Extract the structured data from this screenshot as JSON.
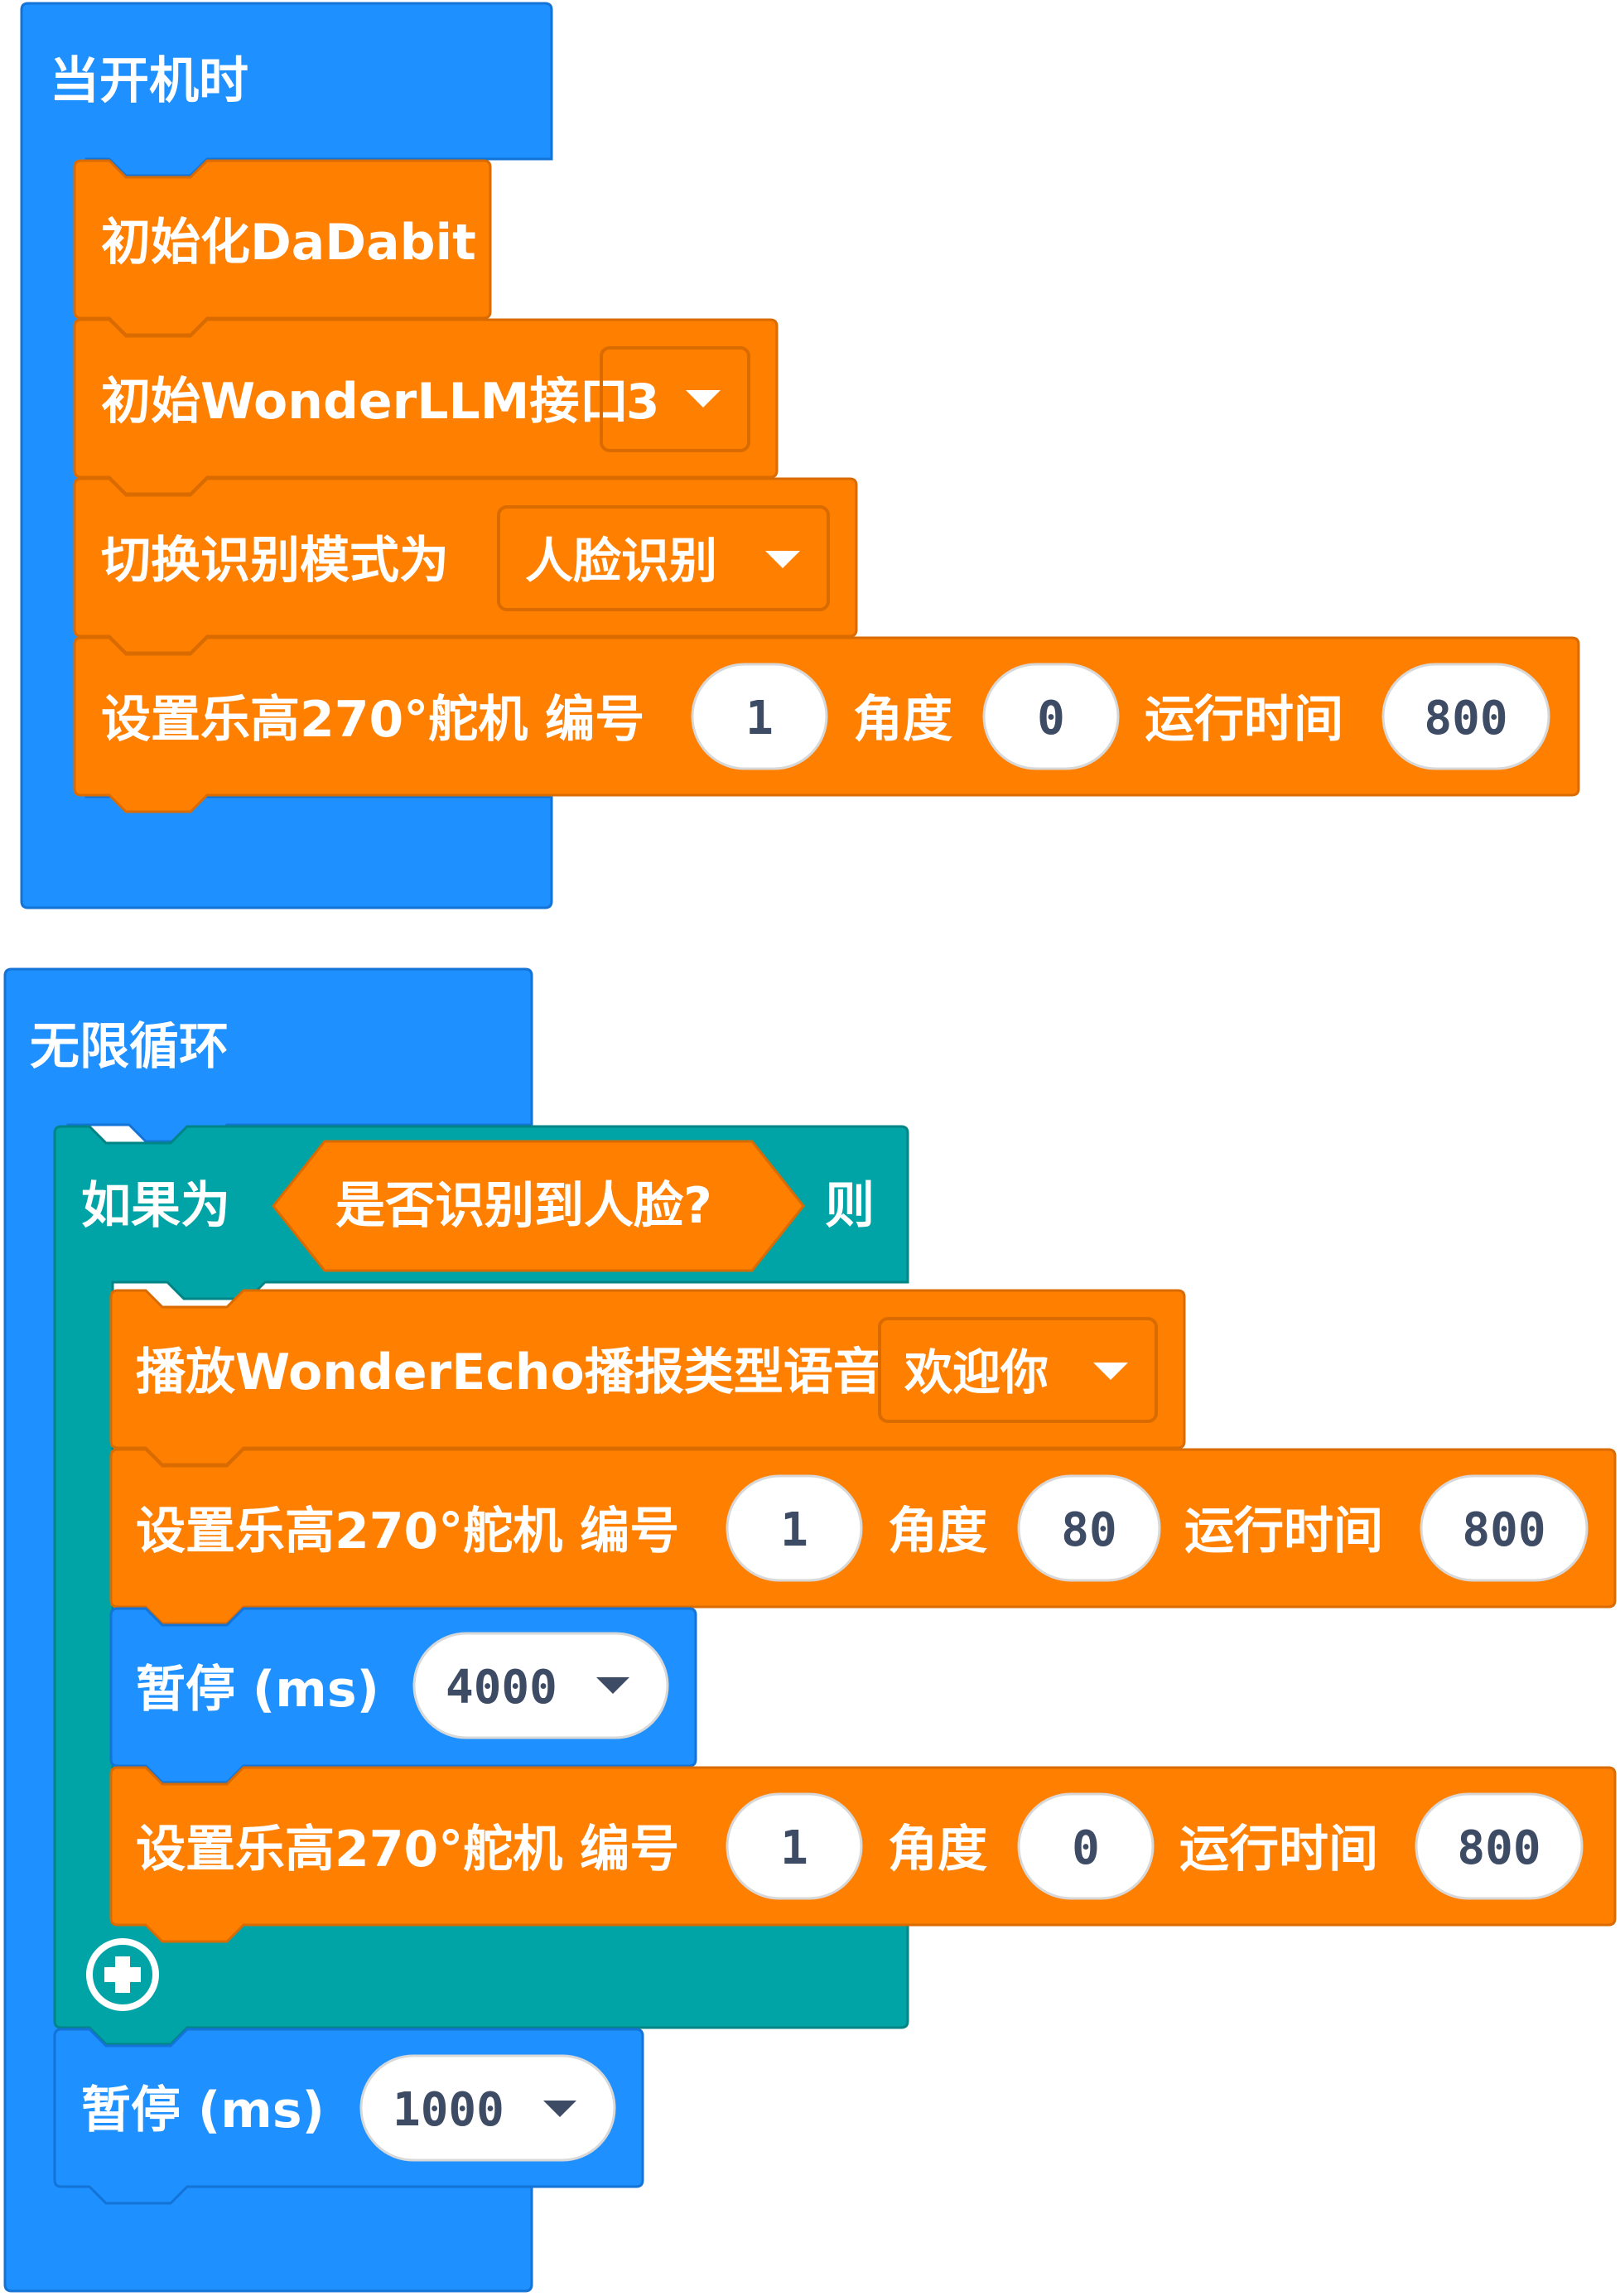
{
  "colors": {
    "basic": "#1e90ff",
    "basic_border": "#1473d6",
    "logic": "#00a4a6",
    "logic_border": "#008486",
    "ext": "#ff7f00",
    "ext_border": "#d96b00",
    "pill_bg": "#ffffff",
    "pill_text": "#3d4b64"
  },
  "on_start": {
    "label": "当开机时",
    "blocks": {
      "init_dadabit": "初始化DaDabit",
      "init_llm": {
        "label": "初始WonderLLM接口",
        "port": "3"
      },
      "switch_mode": {
        "label": "切换识别模式为",
        "mode": "人脸识别"
      },
      "servo": {
        "label": "设置乐高270°舵机 编号",
        "id": "1",
        "angle_label": "角度",
        "angle": "0",
        "time_label": "运行时间",
        "time": "800"
      }
    }
  },
  "forever": {
    "label": "无限循环",
    "if_block": {
      "if_label": "如果为",
      "condition": "是否识别到人脸?",
      "then_label": "则",
      "play": {
        "label": "播放WonderEcho播报类型语音",
        "phrase": "欢迎你"
      },
      "servo1": {
        "label": "设置乐高270°舵机 编号",
        "id": "1",
        "angle_label": "角度",
        "angle": "80",
        "time_label": "运行时间",
        "time": "800"
      },
      "pause": {
        "label": "暂停 (ms)",
        "value": "4000"
      },
      "servo2": {
        "label": "设置乐高270°舵机 编号",
        "id": "1",
        "angle_label": "角度",
        "angle": "0",
        "time_label": "运行时间",
        "time": "800"
      },
      "add_icon": "plus-circle-icon"
    },
    "pause": {
      "label": "暂停 (ms)",
      "value": "1000"
    }
  }
}
